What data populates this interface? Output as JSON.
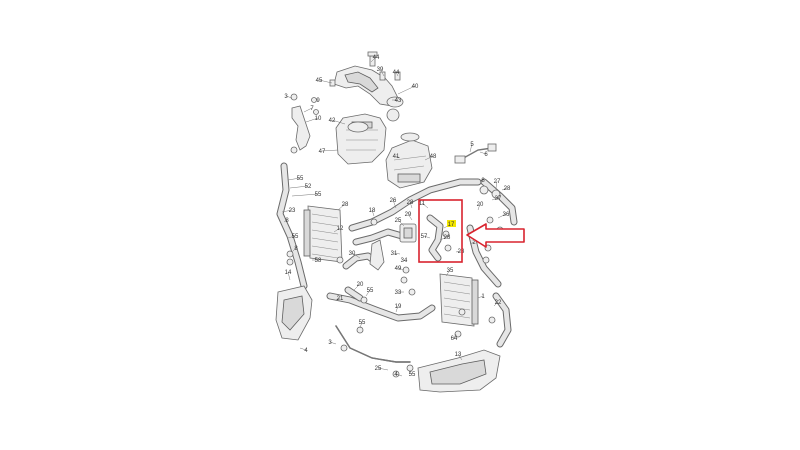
{
  "callouts": [
    "44",
    "39",
    "44",
    "45",
    "43",
    "40",
    "3",
    "9",
    "42",
    "41",
    "47",
    "48",
    "5",
    "6",
    "55",
    "52",
    "55",
    "23",
    "28",
    "18",
    "26",
    "28",
    "25",
    "8",
    "8",
    "27",
    "28",
    "37",
    "36",
    "20",
    "29",
    "17",
    "57",
    "28",
    "23",
    "55",
    "8",
    "49",
    "58",
    "30",
    "31",
    "34",
    "14",
    "20",
    "21",
    "55",
    "19",
    "1",
    "22",
    "55",
    "64",
    "13",
    "25",
    "4",
    "55",
    "2",
    "3",
    "4",
    "7",
    "10",
    "11",
    "12",
    "33",
    "35"
  ],
  "highlight_callout": "17",
  "colors": {
    "highlight_box": "#d9232e",
    "arrow": "#d9232e",
    "label_highlight": "#f2e600",
    "line": "#6a6a6a"
  },
  "icons": {
    "pointer": "arrow-left-icon"
  }
}
